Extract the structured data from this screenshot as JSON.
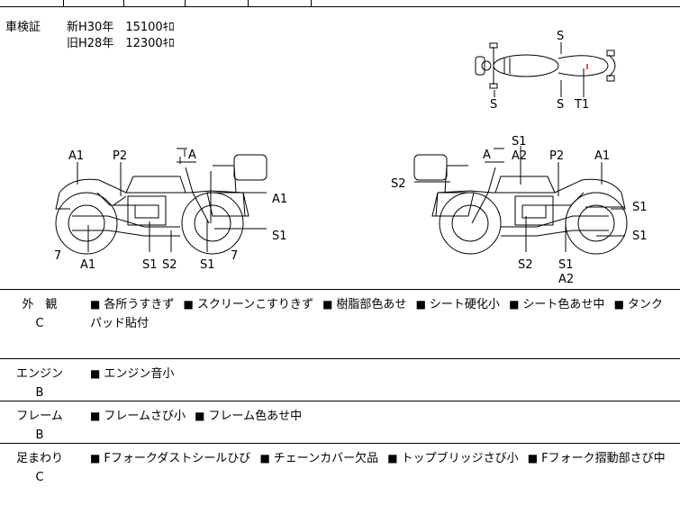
{
  "shaken": {
    "label": "車検証",
    "lines": [
      "新H30年　15100ｷﾛ",
      "旧H28年　12300ｷﾛ"
    ]
  },
  "top_view_labels": {
    "s_top": "S",
    "s_left": "S",
    "s_mid": "S",
    "t1": "T1"
  },
  "left_bike_labels": {
    "a1_top": "A1",
    "p2": "P2",
    "a_mirror": "A",
    "a1_right": "A1",
    "s1_right": "S1",
    "seven_left": "7",
    "a1_bottom": "A1",
    "s1_b1": "S1",
    "s2_b": "S2",
    "s1_b2": "S1",
    "seven_right": "7"
  },
  "right_bike_labels": {
    "s1_top": "S1",
    "a_mirror": "A",
    "a2_top": "A2",
    "p2": "P2",
    "a1_top": "A1",
    "s2_left": "S2",
    "s1_r1": "S1",
    "s1_r2": "S1",
    "s2_bottom": "S2",
    "s1_bottom": "S1",
    "a2_bottom": "A2"
  },
  "conditions": [
    {
      "category": "外　観",
      "grade": "C",
      "bullet": "■",
      "items": [
        "各所うすきず",
        "スクリーンこすりきず",
        "樹脂部色あせ",
        "シート硬化小",
        "シート色あせ中",
        "タンクパッド貼付"
      ]
    },
    {
      "category": "エンジン",
      "grade": "B",
      "bullet": "■",
      "items": [
        "エンジン音小"
      ]
    },
    {
      "category": "フレーム",
      "grade": "B",
      "bullet": "■",
      "items": [
        "フレームさび小",
        "フレーム色あせ中"
      ]
    },
    {
      "category": "足まわり",
      "grade": "C",
      "bullet": "■",
      "items": [
        "Fフォークダストシールひび",
        "チェーンカバー欠品",
        "トップブリッジさび小",
        "Fフォーク摺動部さび中"
      ]
    }
  ]
}
